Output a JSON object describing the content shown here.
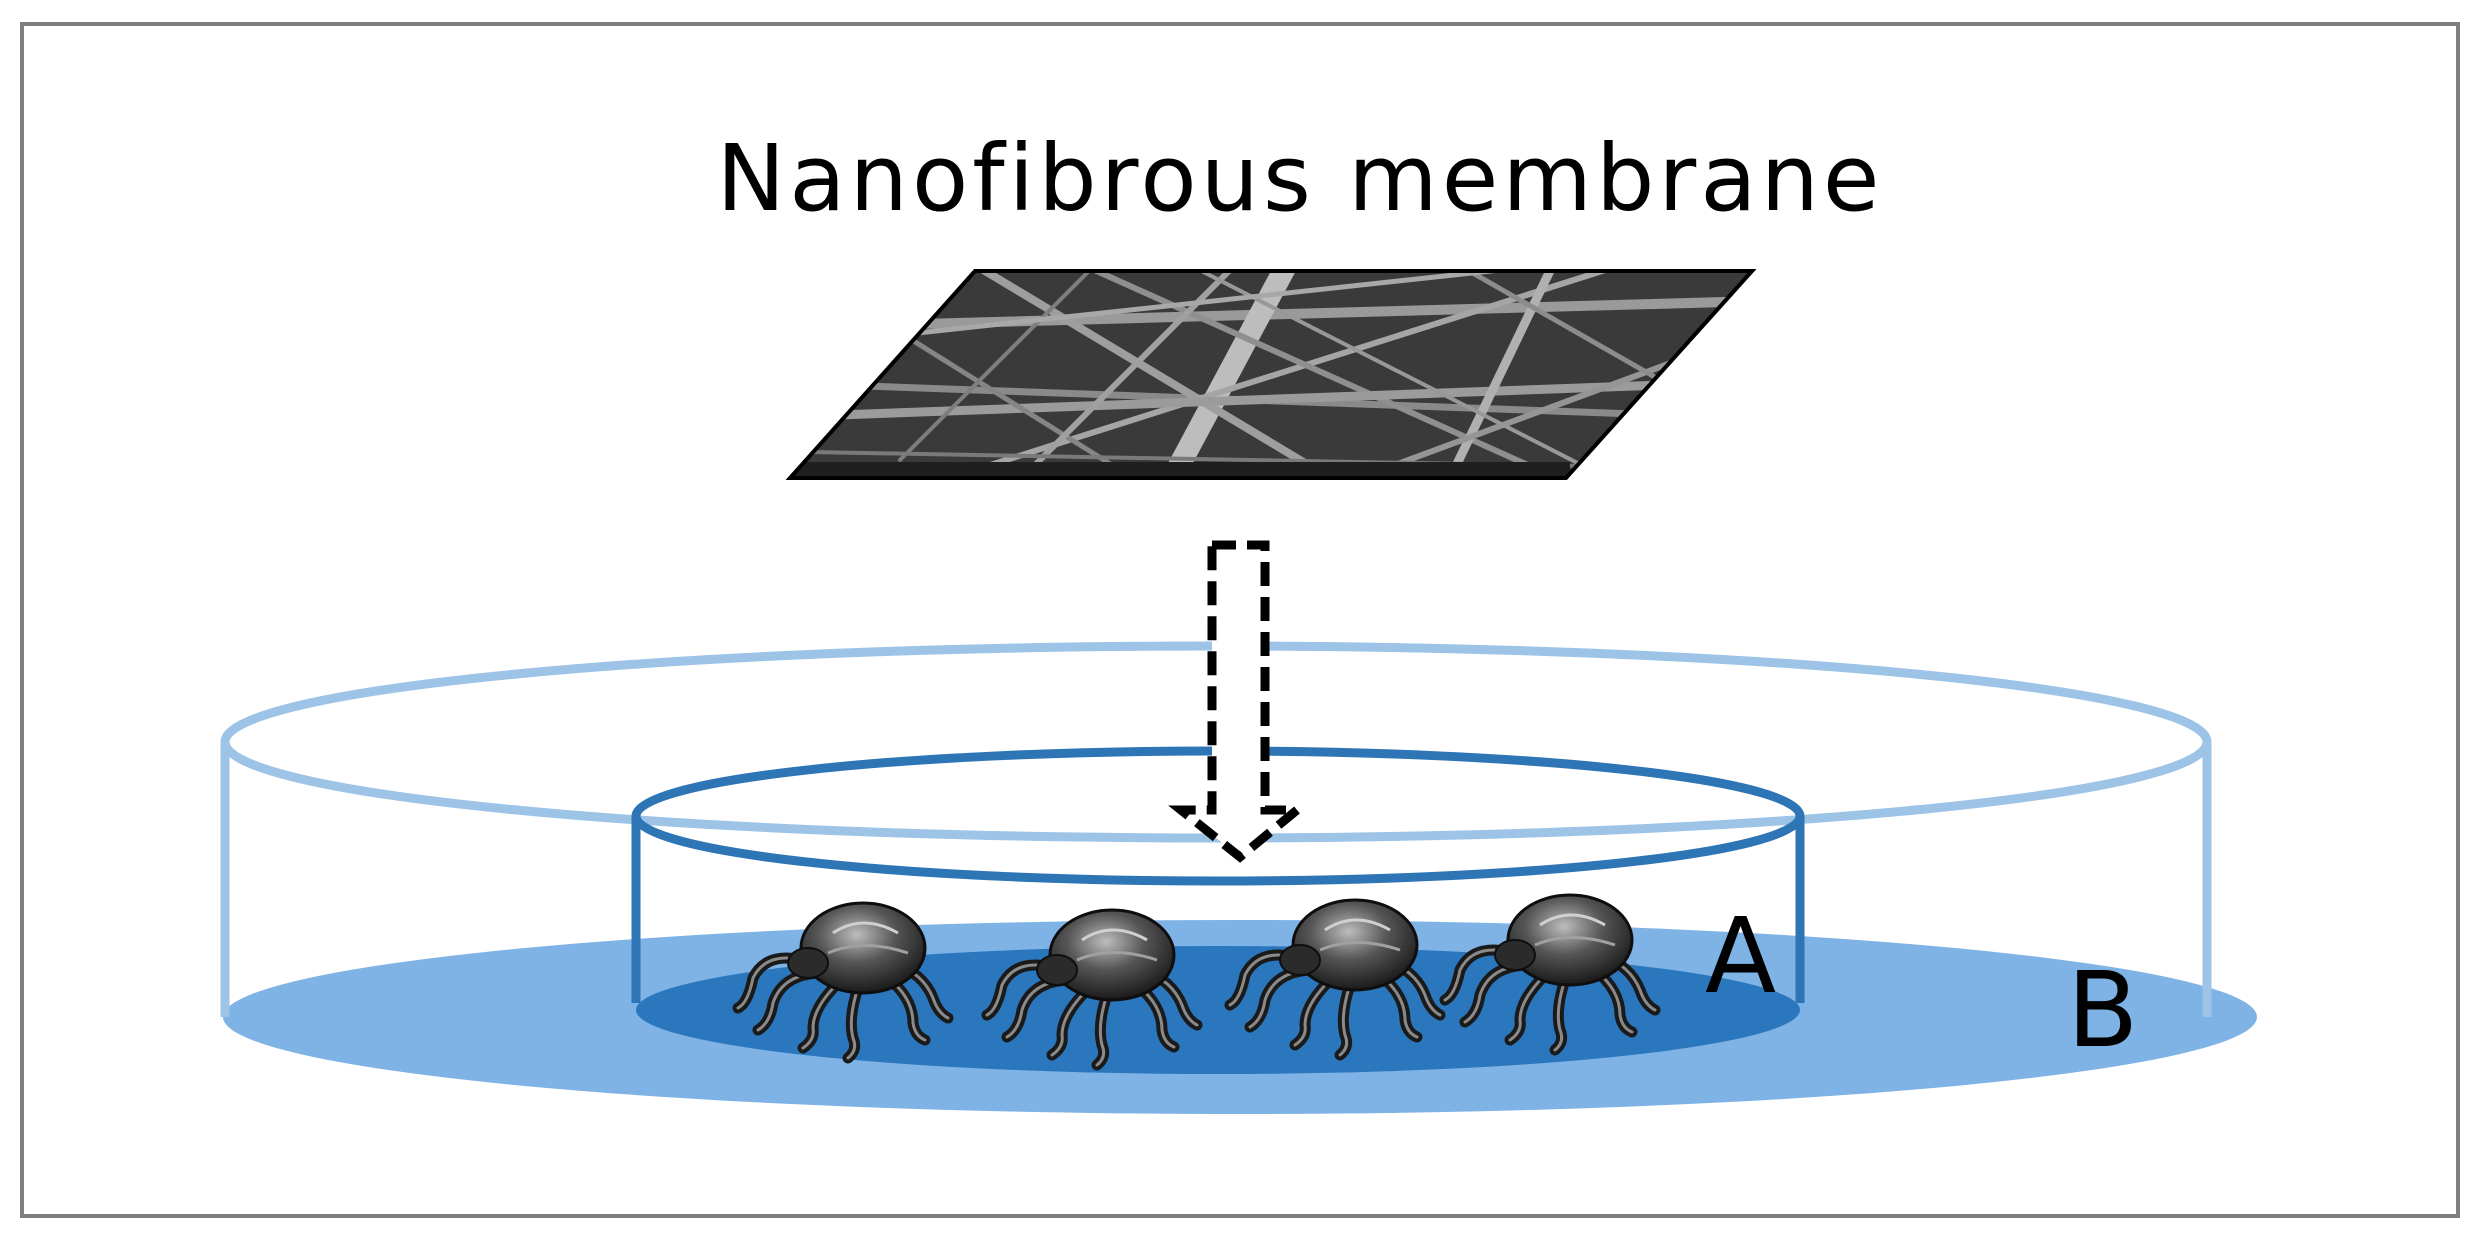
{
  "diagram": {
    "title": "Nanofibrous membrane",
    "label_inner_dish": "A",
    "label_outer_dish": "B",
    "colors": {
      "outer_dish_rim": "#9dc3e6",
      "outer_dish_water": "#7fb2e5",
      "inner_dish_rim": "#2e75b6",
      "inner_dish_water": "#2a77be",
      "membrane_bg": "#3a3a3a",
      "frame": "#7f7f7f"
    },
    "icons": [
      "membrane-sem-image",
      "dashed-down-arrow-icon",
      "dust-mite-icon"
    ],
    "mite_count": 4
  }
}
